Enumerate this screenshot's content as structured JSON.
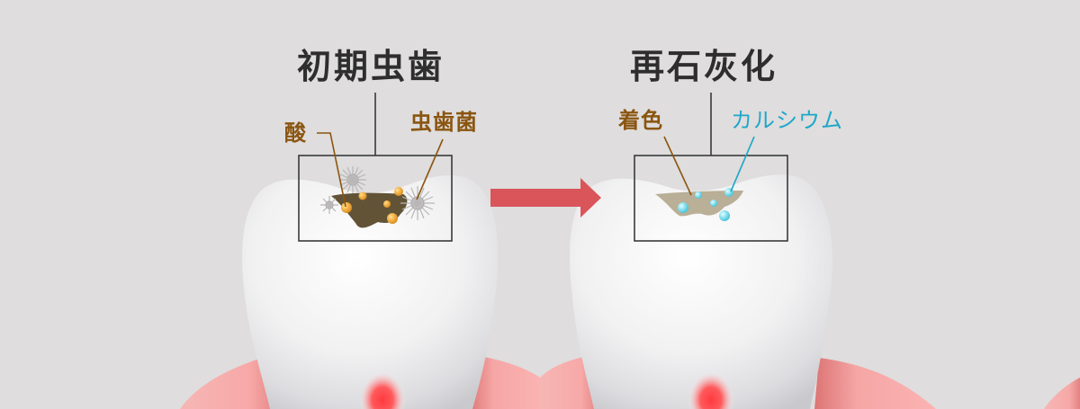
{
  "diagram": {
    "type": "before-after tooth illustration",
    "background_color": "#dfdddd",
    "left_panel": {
      "title": "初期虫歯",
      "labels": {
        "acid": "酸",
        "bacteria": "虫歯菌"
      },
      "lesion_color": "#5a4a2c",
      "acid_dot_color": "#f2b144"
    },
    "arrow": {
      "direction": "right",
      "color": "#d9555a"
    },
    "right_panel": {
      "title": "再石灰化",
      "labels": {
        "stain": "着色",
        "calcium": "カルシウム"
      },
      "stain_color": "#b3a68c",
      "calcium_dot_color": "#7fdcec"
    },
    "colors": {
      "title_text": "#2e2e2e",
      "brown_label": "#8a5510",
      "cyan_label": "#1fa7c9",
      "gum": "#f3a3a3",
      "root_highlight": "#ff4b4f"
    }
  }
}
